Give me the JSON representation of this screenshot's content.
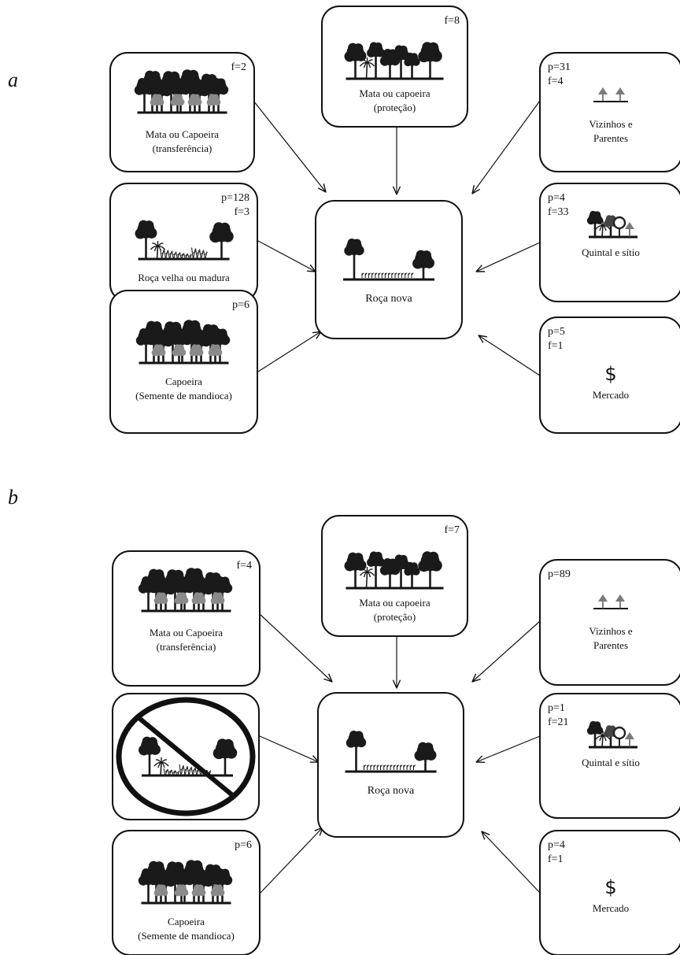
{
  "diagrams": [
    {
      "id": "a",
      "label": "a",
      "target": {
        "label": "Roça nova"
      },
      "sources": [
        {
          "id": "mata-transferencia",
          "line1": "Mata ou Capoeira",
          "line2": "(transferência)",
          "p": "",
          "f": "f=2",
          "icon": "forest-icon"
        },
        {
          "id": "roca-velha",
          "line1": "Roça velha ou madura",
          "line2": "",
          "p": "p=128",
          "f": "f=3",
          "icon": "old-field-icon"
        },
        {
          "id": "capoeira-semente",
          "line1": "Capoeira",
          "line2": "(Semente de mandioca)",
          "p": "p=6",
          "f": "",
          "icon": "forest-icon"
        },
        {
          "id": "mata-protecao",
          "line1": "Mata ou capoeira",
          "line2": "(proteção)",
          "p": "",
          "f": "f=8",
          "icon": "forest-icon"
        },
        {
          "id": "vizinhos",
          "line1": "Vizinhos e",
          "line2": "Parentes",
          "p": "p=31",
          "f": "f=4",
          "icon": "houses-icon"
        },
        {
          "id": "quintal",
          "line1": "Quintal e sítio",
          "line2": "",
          "p": "p=4",
          "f": "f=33",
          "icon": "homegarden-icon"
        },
        {
          "id": "mercado",
          "line1": "Mercado",
          "line2": "",
          "p": "p=5",
          "f": "f=1",
          "icon": "dollar-icon"
        }
      ]
    },
    {
      "id": "b",
      "label": "b",
      "target": {
        "label": "Roça nova"
      },
      "sources": [
        {
          "id": "mata-transferencia",
          "line1": "Mata ou Capoeira",
          "line2": "(transferência)",
          "p": "",
          "f": "f=4",
          "icon": "forest-icon"
        },
        {
          "id": "roca-velha",
          "line1": "",
          "line2": "",
          "p": "",
          "f": "",
          "icon": "prohibited-old-field-icon"
        },
        {
          "id": "capoeira-semente",
          "line1": "Capoeira",
          "line2": "(Semente de mandioca)",
          "p": "p=6",
          "f": "",
          "icon": "forest-icon"
        },
        {
          "id": "mata-protecao",
          "line1": "Mata ou capoeira",
          "line2": "(proteção)",
          "p": "",
          "f": "f=7",
          "icon": "forest-icon"
        },
        {
          "id": "vizinhos",
          "line1": "Vizinhos e",
          "line2": "Parentes",
          "p": "p=89",
          "f": "",
          "icon": "houses-icon"
        },
        {
          "id": "quintal",
          "line1": "Quintal e sítio",
          "line2": "",
          "p": "p=1",
          "f": "f=21",
          "icon": "homegarden-icon"
        },
        {
          "id": "mercado",
          "line1": "Mercado",
          "line2": "",
          "p": "p=4",
          "f": "f=1",
          "icon": "dollar-icon"
        }
      ]
    }
  ]
}
